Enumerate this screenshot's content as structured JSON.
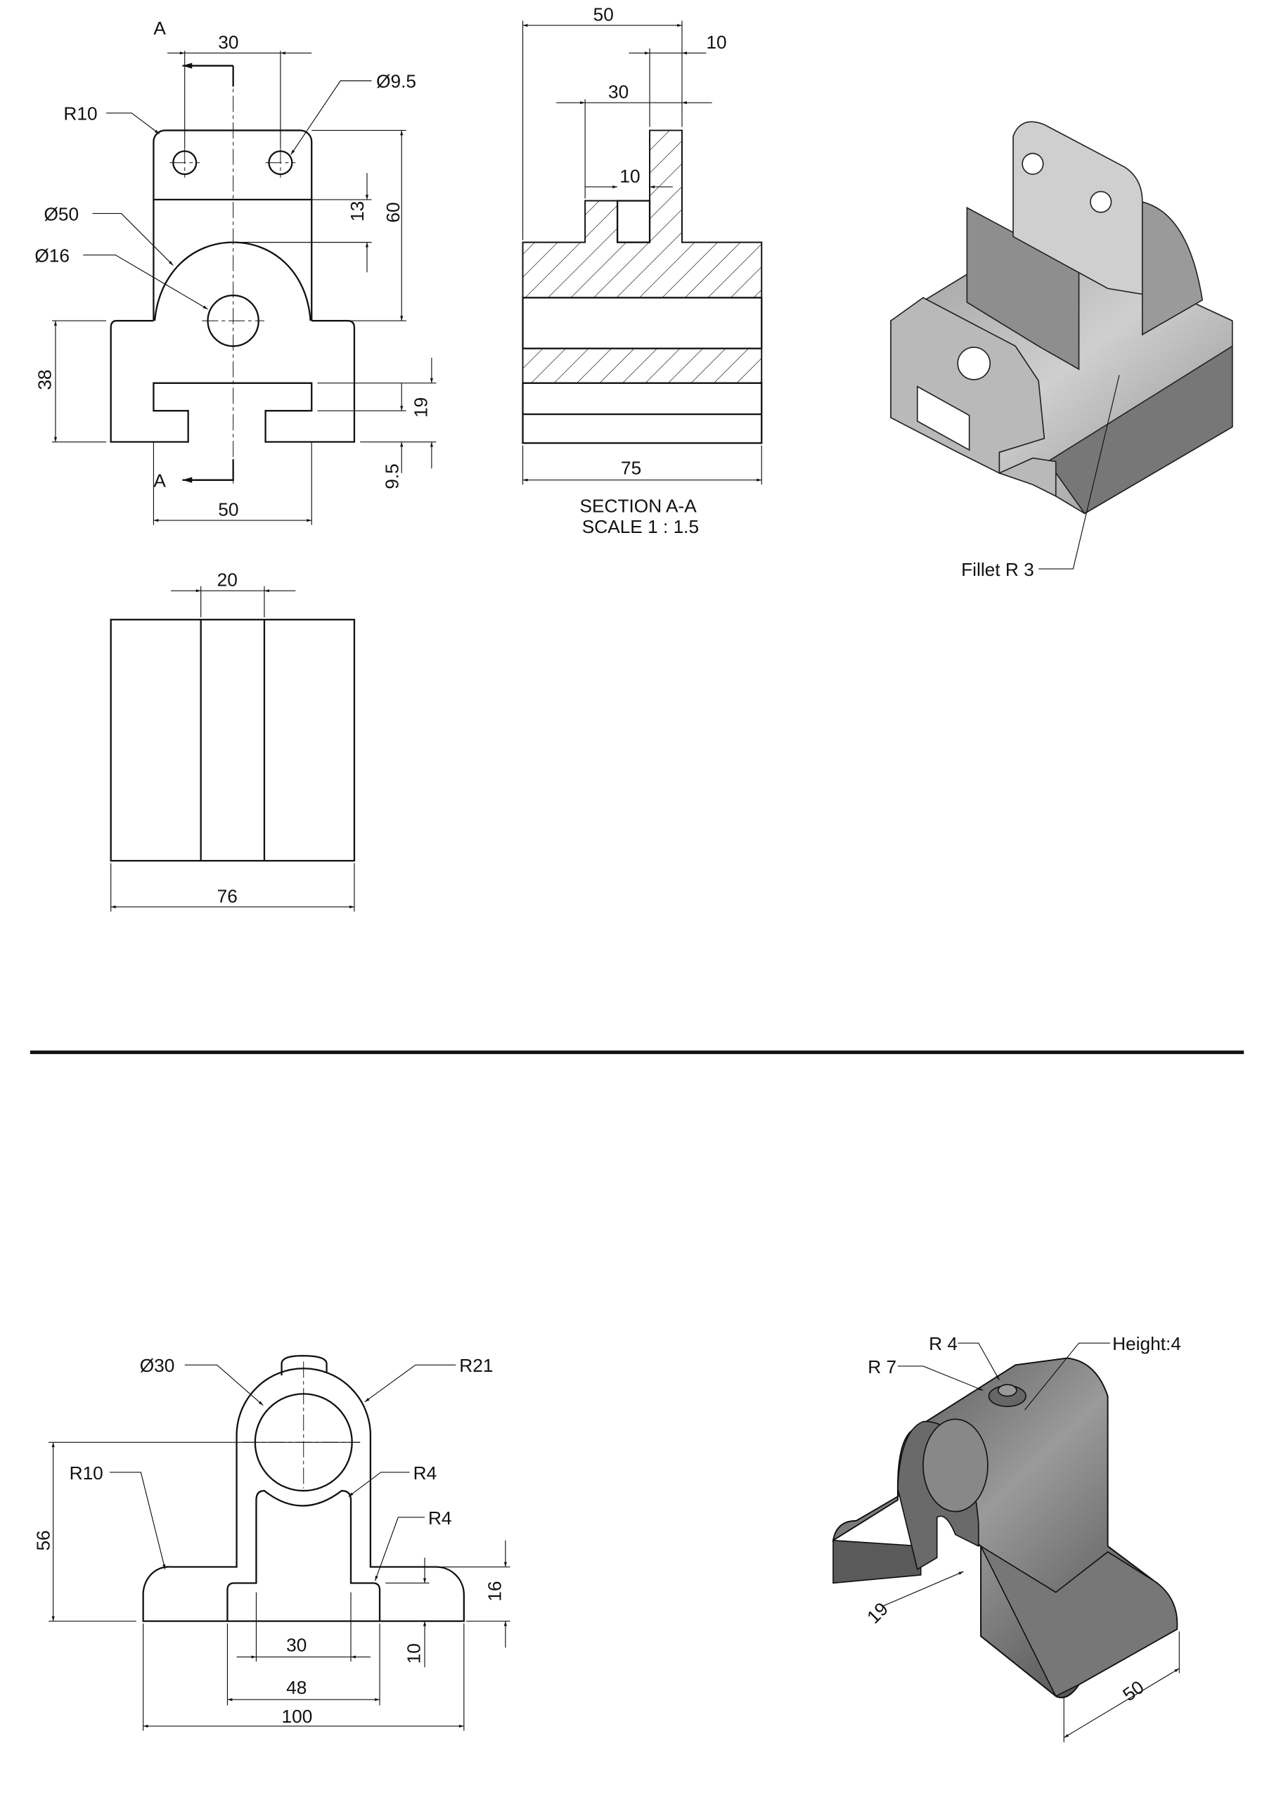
{
  "sheet_1": {
    "front_view": {
      "section_marker_top": "A",
      "section_marker_bottom": "A",
      "dim_hole_spacing": "30",
      "dim_hole_dia": "Ø9.5",
      "dim_corner_radius": "R10",
      "dim_arch_dia": "Ø50",
      "dim_bore_dia": "Ø16",
      "dim_13": "13",
      "dim_60": "60",
      "dim_38": "38",
      "dim_19": "19",
      "dim_9_5": "9.5",
      "dim_width_50": "50"
    },
    "section_view": {
      "dim_50": "50",
      "dim_10_top": "10",
      "dim_30": "30",
      "dim_10_slot": "10",
      "dim_75": "75",
      "title": "SECTION A-A",
      "scale": "SCALE 1 : 1.5"
    },
    "side_view": {
      "dim_20": "20",
      "dim_76": "76"
    },
    "iso_view": {
      "fillet_note": "Fillet R 3"
    }
  },
  "sheet_2": {
    "front_view": {
      "dim_bore": "Ø30",
      "dim_outer_radius": "R21",
      "dim_base_radius": "R10",
      "dim_r4_upper": "R4",
      "dim_r4_lower": "R4",
      "dim_56": "56",
      "dim_16": "16",
      "dim_10": "10",
      "dim_30": "30",
      "dim_48": "48",
      "dim_100": "100"
    },
    "iso_view": {
      "dim_r4": "R 4",
      "dim_r7": "R 7",
      "height_note": "Height:4",
      "dim_19": "19",
      "dim_50": "50"
    }
  }
}
